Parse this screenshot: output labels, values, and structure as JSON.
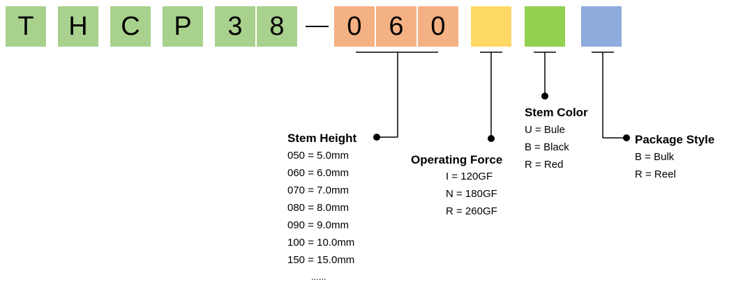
{
  "code": {
    "prefix": [
      "T",
      "H",
      "C",
      "P",
      "3",
      "8"
    ],
    "dash": "—",
    "height": [
      "0",
      "6",
      "0"
    ]
  },
  "colors": {
    "prefix": "#a9d18e",
    "height": "#f4b183",
    "force": "#ffd966",
    "stem_color": "#92d050",
    "package": "#8faadc"
  },
  "stem_height": {
    "title": "Stem Height",
    "items": [
      "050 = 5.0mm",
      "060 = 6.0mm",
      "070 = 7.0mm",
      "080 = 8.0mm",
      "090 = 9.0mm",
      "100 = 10.0mm",
      "150 = 15.0mm",
      "......"
    ]
  },
  "operating_force": {
    "title": "Operating Force",
    "items": [
      "I = 120GF",
      "N = 180GF",
      "R = 260GF"
    ]
  },
  "stem_color": {
    "title": "Stem Color",
    "items": [
      "U = Bule",
      "B = Black",
      "R = Red"
    ]
  },
  "package_style": {
    "title": "Package Style",
    "items": [
      "B = Bulk",
      "R = Reel"
    ]
  }
}
